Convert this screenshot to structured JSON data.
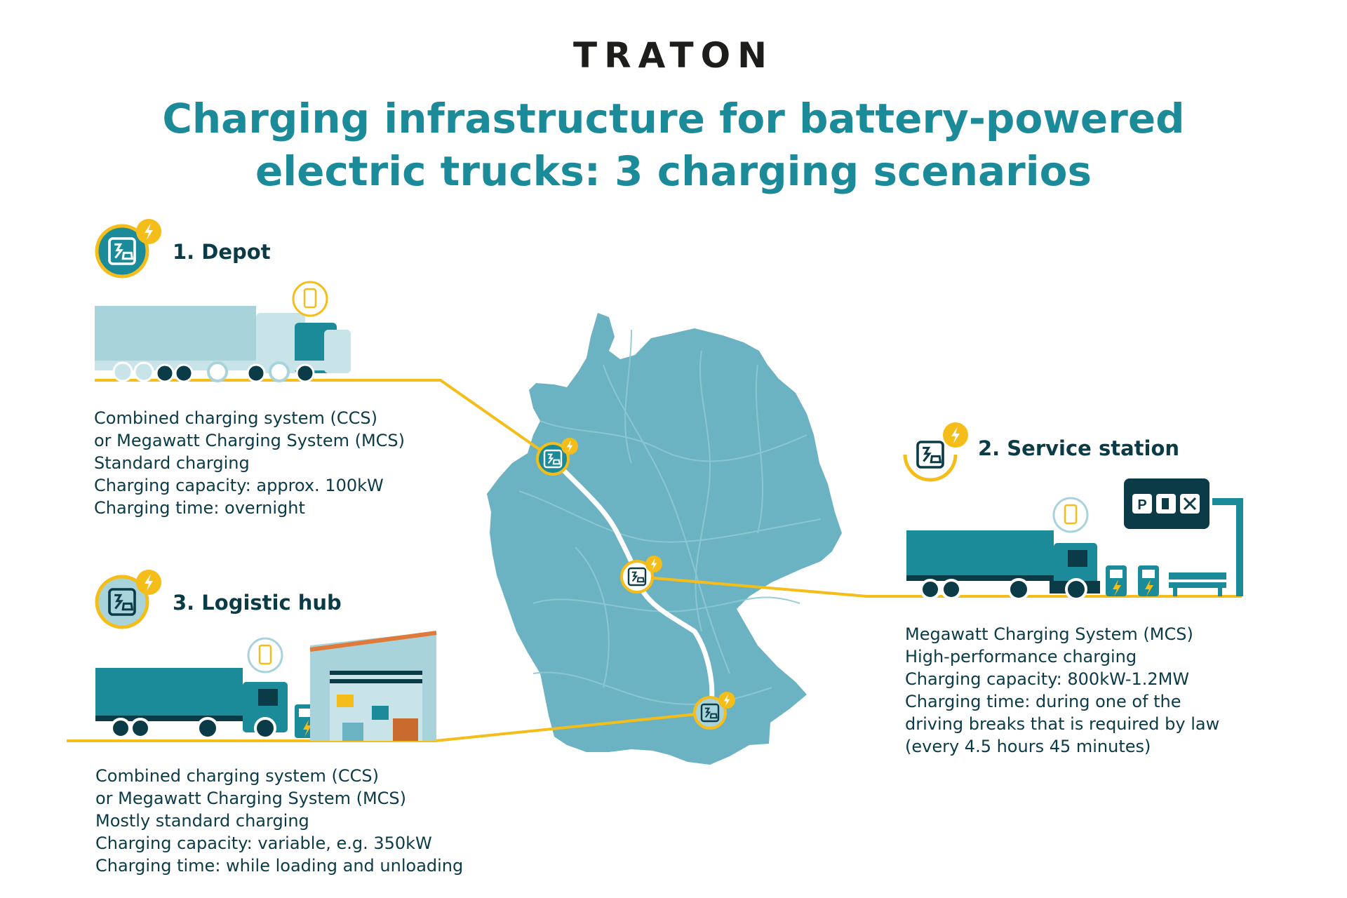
{
  "logo": "TRATON",
  "title": {
    "line1": "Charging infrastructure for battery-powered",
    "line2": "electric trucks: 3 charging scenarios"
  },
  "colors": {
    "teal": "#1b8b99",
    "dark": "#0b3b47",
    "yellow": "#f5bd19",
    "map": "#6bb3c2",
    "light_teal": "#a9d3da"
  },
  "scenarios": [
    {
      "heading": "1. Depot",
      "icon": "truck-charging-icon",
      "lines": [
        "Combined charging system (CCS)",
        "or Megawatt Charging System (MCS)",
        "Standard charging",
        "Charging capacity: approx. 100kW",
        "Charging time: overnight"
      ]
    },
    {
      "heading": "2. Service station",
      "icon": "truck-charging-icon",
      "lines": [
        "Megawatt Charging System (MCS)",
        "High-performance charging",
        "Charging capacity: 800kW-1.2MW",
        "Charging time: during one of the",
        "driving breaks that is required by law",
        "(every 4.5 hours 45 minutes)"
      ],
      "sign_icons": [
        "parking-icon",
        "fuel-icon",
        "restaurant-icon"
      ]
    },
    {
      "heading": "3. Logistic hub",
      "icon": "truck-charging-icon",
      "lines": [
        "Combined charging system (CCS)",
        "or Megawatt Charging System (MCS)",
        "Mostly standard charging",
        "Charging capacity: variable, e.g. 350kW",
        "Charging time: while loading and unloading"
      ]
    }
  ]
}
